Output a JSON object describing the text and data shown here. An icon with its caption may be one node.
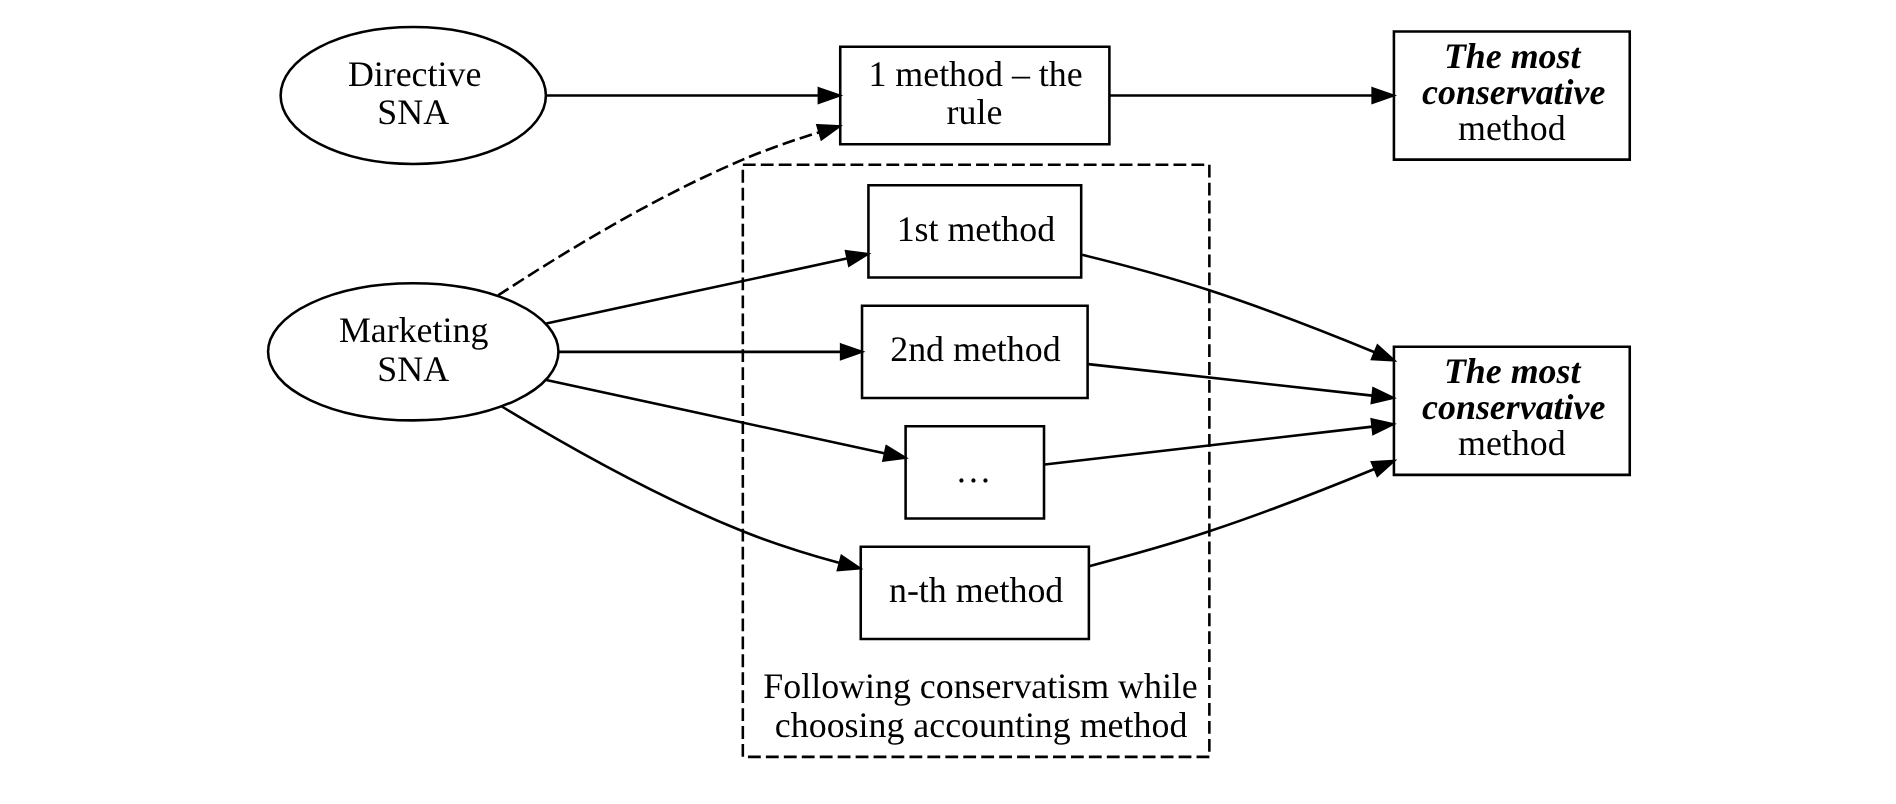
{
  "diagram": {
    "nodes": [
      {
        "text": [
          "Directive SNA"
        ]
      },
      {
        "text": [
          "Marketing SNA"
        ]
      },
      {
        "text": [
          "1 method – the rule"
        ]
      },
      {
        "text": [
          "The most conservative",
          "method"
        ]
      },
      {
        "text": [
          "Following conservatism while choosing accounting method"
        ]
      },
      {
        "text": [
          "1st method"
        ],
        "in": 4
      },
      {
        "text": [
          "2nd method"
        ],
        "in": 4
      },
      {
        "text": [
          "…"
        ],
        "in": 4
      },
      {
        "text": [
          "n-th method"
        ],
        "in": 4
      },
      {
        "text": [
          "The most conservative",
          "method"
        ]
      }
    ],
    "edges": [
      {
        "from": 0,
        "to": 2,
        "arrow": "to"
      },
      {
        "from": 2,
        "to": 3,
        "arrow": "to"
      },
      {
        "from": 1,
        "to": 2,
        "arrow": "to",
        "style": "dashed"
      },
      {
        "from": 1,
        "to": 5,
        "arrow": "to"
      },
      {
        "from": 1,
        "to": 6,
        "arrow": "to"
      },
      {
        "from": 1,
        "to": 7,
        "arrow": "to"
      },
      {
        "from": 1,
        "to": 8,
        "arrow": "to"
      },
      {
        "from": 5,
        "to": 9,
        "arrow": "to"
      },
      {
        "from": 6,
        "to": 9,
        "arrow": "to"
      },
      {
        "from": 7,
        "to": 9,
        "arrow": "to"
      },
      {
        "from": 8,
        "to": 9,
        "arrow": "to"
      }
    ]
  }
}
